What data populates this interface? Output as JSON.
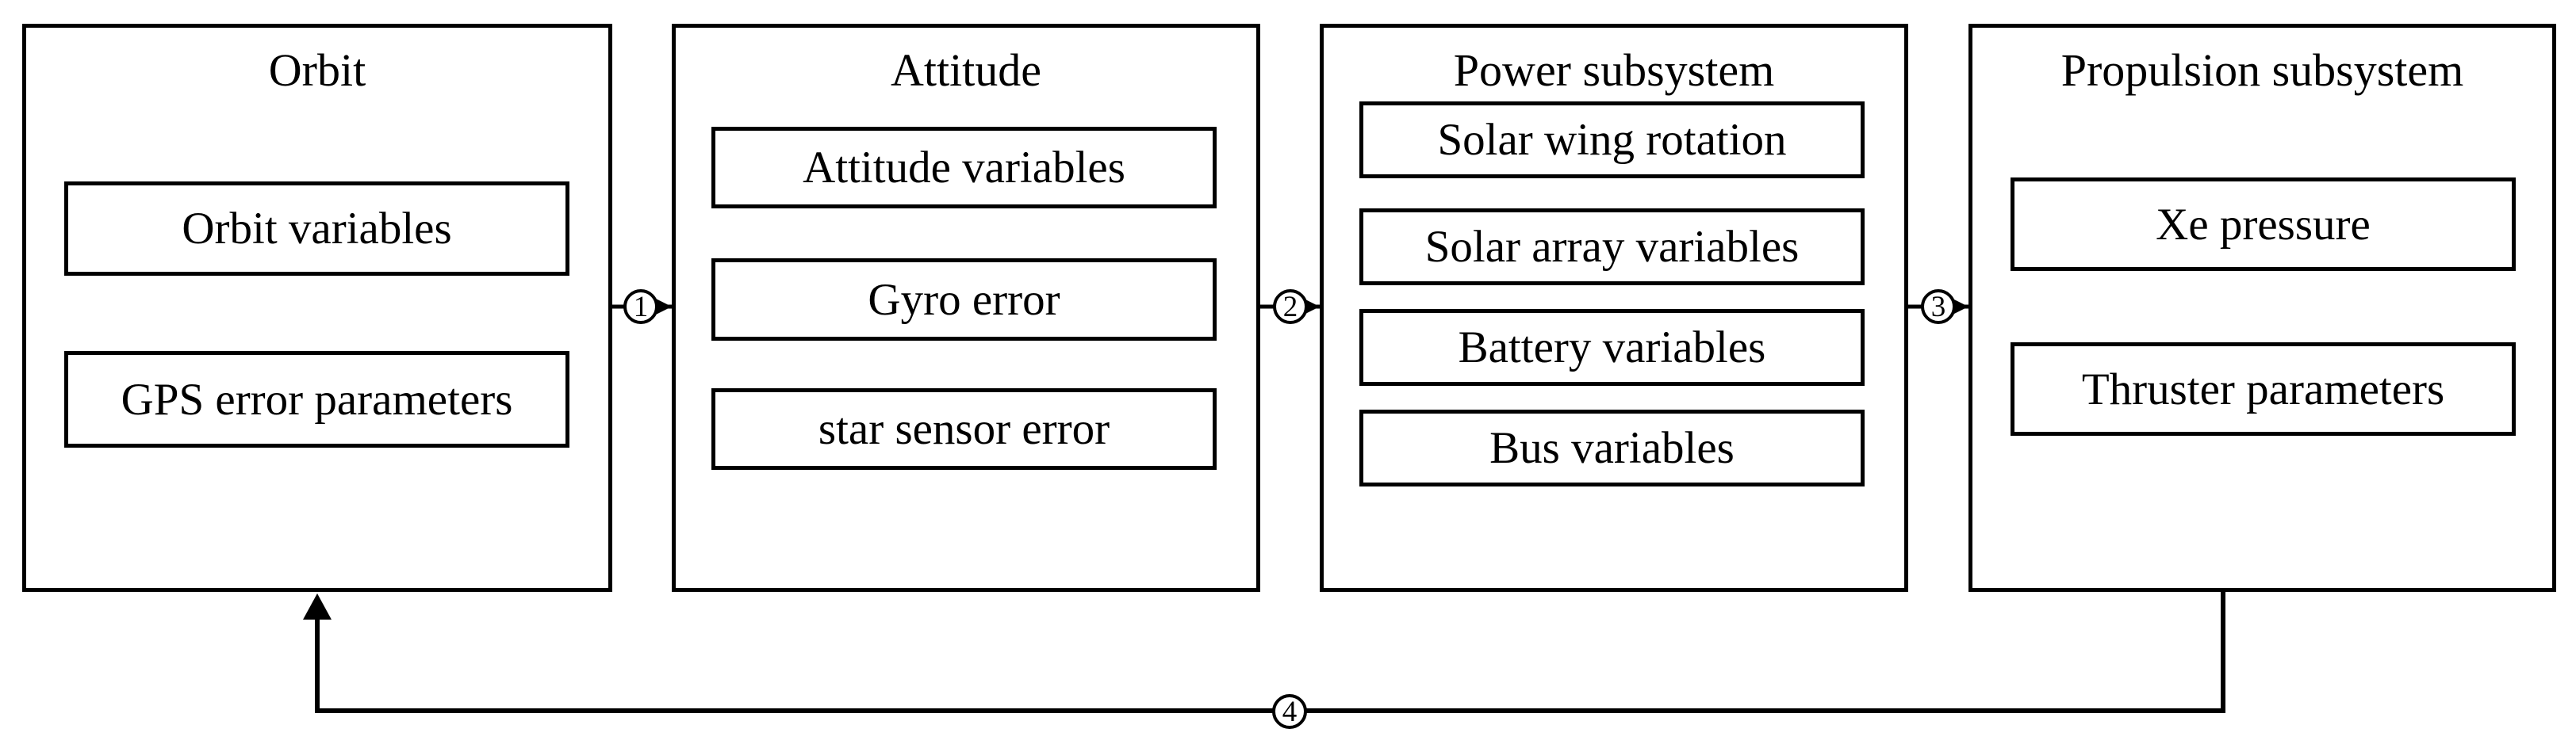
{
  "diagram": {
    "colors": {
      "background": "#ffffff",
      "line": "#000000"
    },
    "subsystems": [
      {
        "title": "Orbit",
        "items": [
          "Orbit variables",
          "GPS error parameters"
        ]
      },
      {
        "title": "Attitude",
        "items": [
          "Attitude variables",
          "Gyro error",
          "star sensor error"
        ]
      },
      {
        "title": "Power subsystem",
        "items": [
          "Solar wing rotation",
          "Solar array variables",
          "Battery variables",
          "Bus variables"
        ]
      },
      {
        "title": "Propulsion subsystem",
        "items": [
          "Xe pressure",
          "Thruster parameters"
        ]
      }
    ],
    "connectors": [
      {
        "label": "1",
        "from": "Orbit",
        "to": "Attitude"
      },
      {
        "label": "2",
        "from": "Attitude",
        "to": "Power subsystem"
      },
      {
        "label": "3",
        "from": "Power subsystem",
        "to": "Propulsion subsystem"
      },
      {
        "label": "4",
        "from": "Propulsion subsystem",
        "to": "Orbit"
      }
    ]
  }
}
